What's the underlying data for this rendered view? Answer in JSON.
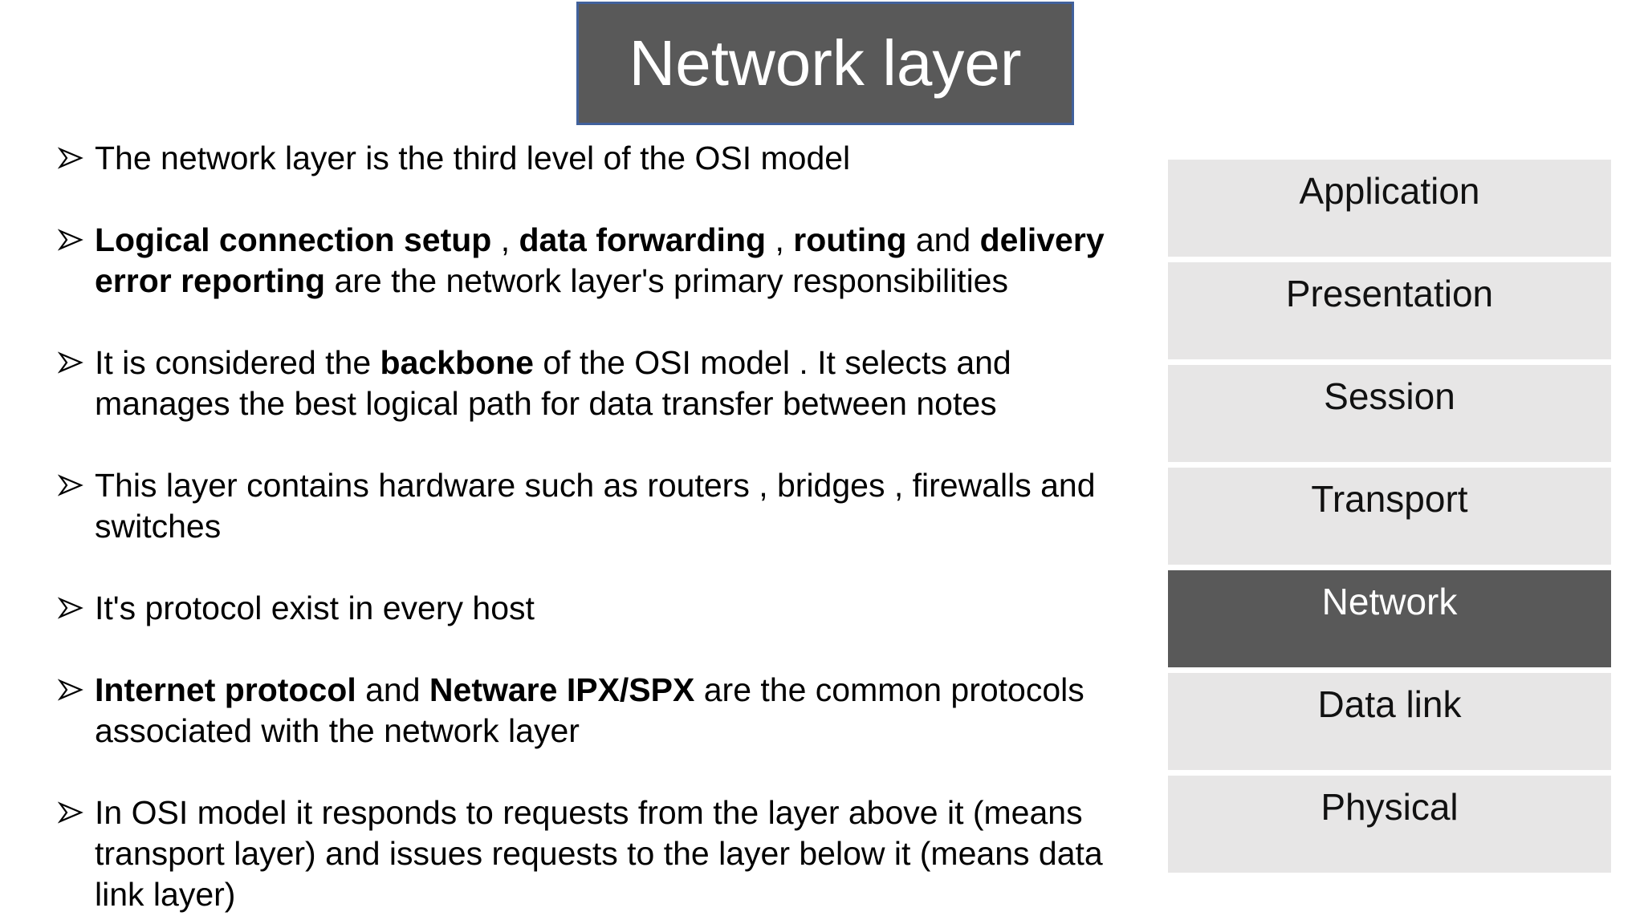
{
  "title": "Network layer",
  "colors": {
    "title_bg": "#595959",
    "title_border": "#41619c",
    "layer_bg": "#e7e6e6",
    "layer_active_bg": "#595959",
    "active_text": "#ffffff",
    "text": "#000000"
  },
  "bullet_icon": "arrowhead-right-icon",
  "bullets": [
    {
      "segments": [
        {
          "t": "The network layer is the third level of the OSI model",
          "b": false
        }
      ]
    },
    {
      "segments": [
        {
          "t": "Logical connection setup",
          "b": true
        },
        {
          "t": " , ",
          "b": false
        },
        {
          "t": "data forwarding",
          "b": true
        },
        {
          "t": " , ",
          "b": false
        },
        {
          "t": "routing",
          "b": true
        },
        {
          "t": " and ",
          "b": false
        },
        {
          "t": "delivery\nerror reporting",
          "b": true
        },
        {
          "t": " are the network layer's primary responsibilities",
          "b": false
        }
      ]
    },
    {
      "segments": [
        {
          "t": "It is considered the ",
          "b": false
        },
        {
          "t": "backbone",
          "b": true
        },
        {
          "t": " of the OSI model . It selects and\nmanages the best logical path for data transfer between notes",
          "b": false
        }
      ]
    },
    {
      "segments": [
        {
          "t": "This layer contains hardware such as routers , bridges , firewalls and\nswitches",
          "b": false
        }
      ]
    },
    {
      "segments": [
        {
          "t": "It's protocol exist in every host",
          "b": false
        }
      ]
    },
    {
      "segments": [
        {
          "t": "Internet protocol",
          "b": true
        },
        {
          "t": " and ",
          "b": false
        },
        {
          "t": "Netware IPX/SPX",
          "b": true
        },
        {
          "t": " are the common protocols\nassociated with the network layer",
          "b": false
        }
      ]
    },
    {
      "segments": [
        {
          "t": "In OSI model it responds to requests from the layer above it (means\ntransport layer) and issues requests to the layer below it (means data\nlink layer)",
          "b": false
        }
      ]
    }
  ],
  "osi_stack": {
    "layers": [
      {
        "label": "Application",
        "active": false
      },
      {
        "label": "Presentation",
        "active": false
      },
      {
        "label": "Session",
        "active": false
      },
      {
        "label": "Transport",
        "active": false
      },
      {
        "label": "Network",
        "active": true
      },
      {
        "label": "Data link",
        "active": false
      },
      {
        "label": "Physical",
        "active": false
      }
    ]
  }
}
